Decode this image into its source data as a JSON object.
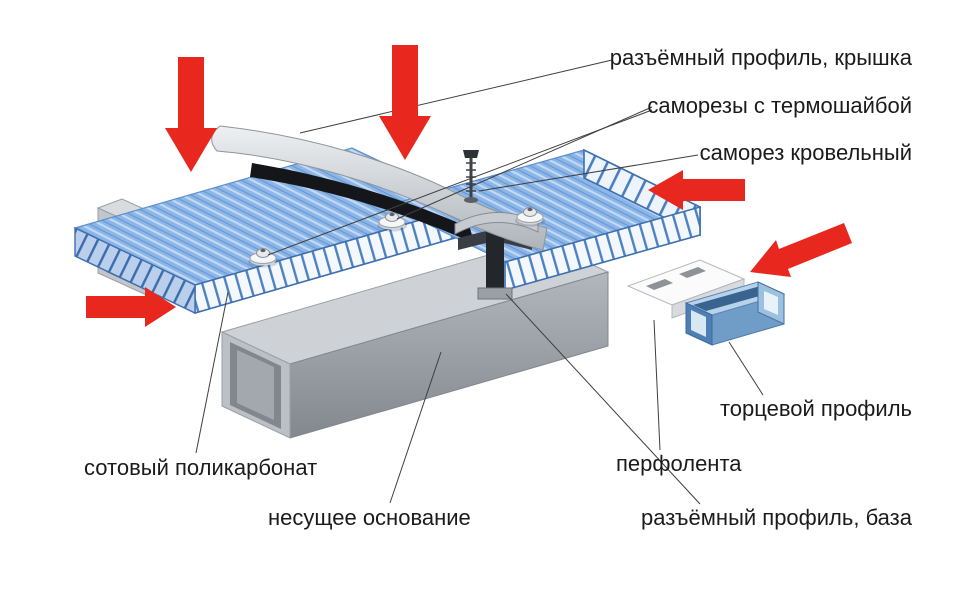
{
  "diagram": {
    "labels": {
      "cap": "разъёмный профиль, крышка",
      "thermo_screws": "саморезы с термошайбой",
      "roof_screw": "саморез кровельный",
      "end_profile": "торцевой профиль",
      "polycarbonate": "сотовый поликарбонат",
      "perfotape": "перфолента",
      "base": "несущее основание",
      "split_base": "разъёмный профиль, база"
    },
    "colors": {
      "arrow_red": "#e8271e",
      "panel_blue": "#8cb6e8",
      "panel_edge_blue": "#3f6fae",
      "metal_gray": "#c9ced3",
      "text": "#1b1b1b",
      "background": "#ffffff"
    }
  }
}
